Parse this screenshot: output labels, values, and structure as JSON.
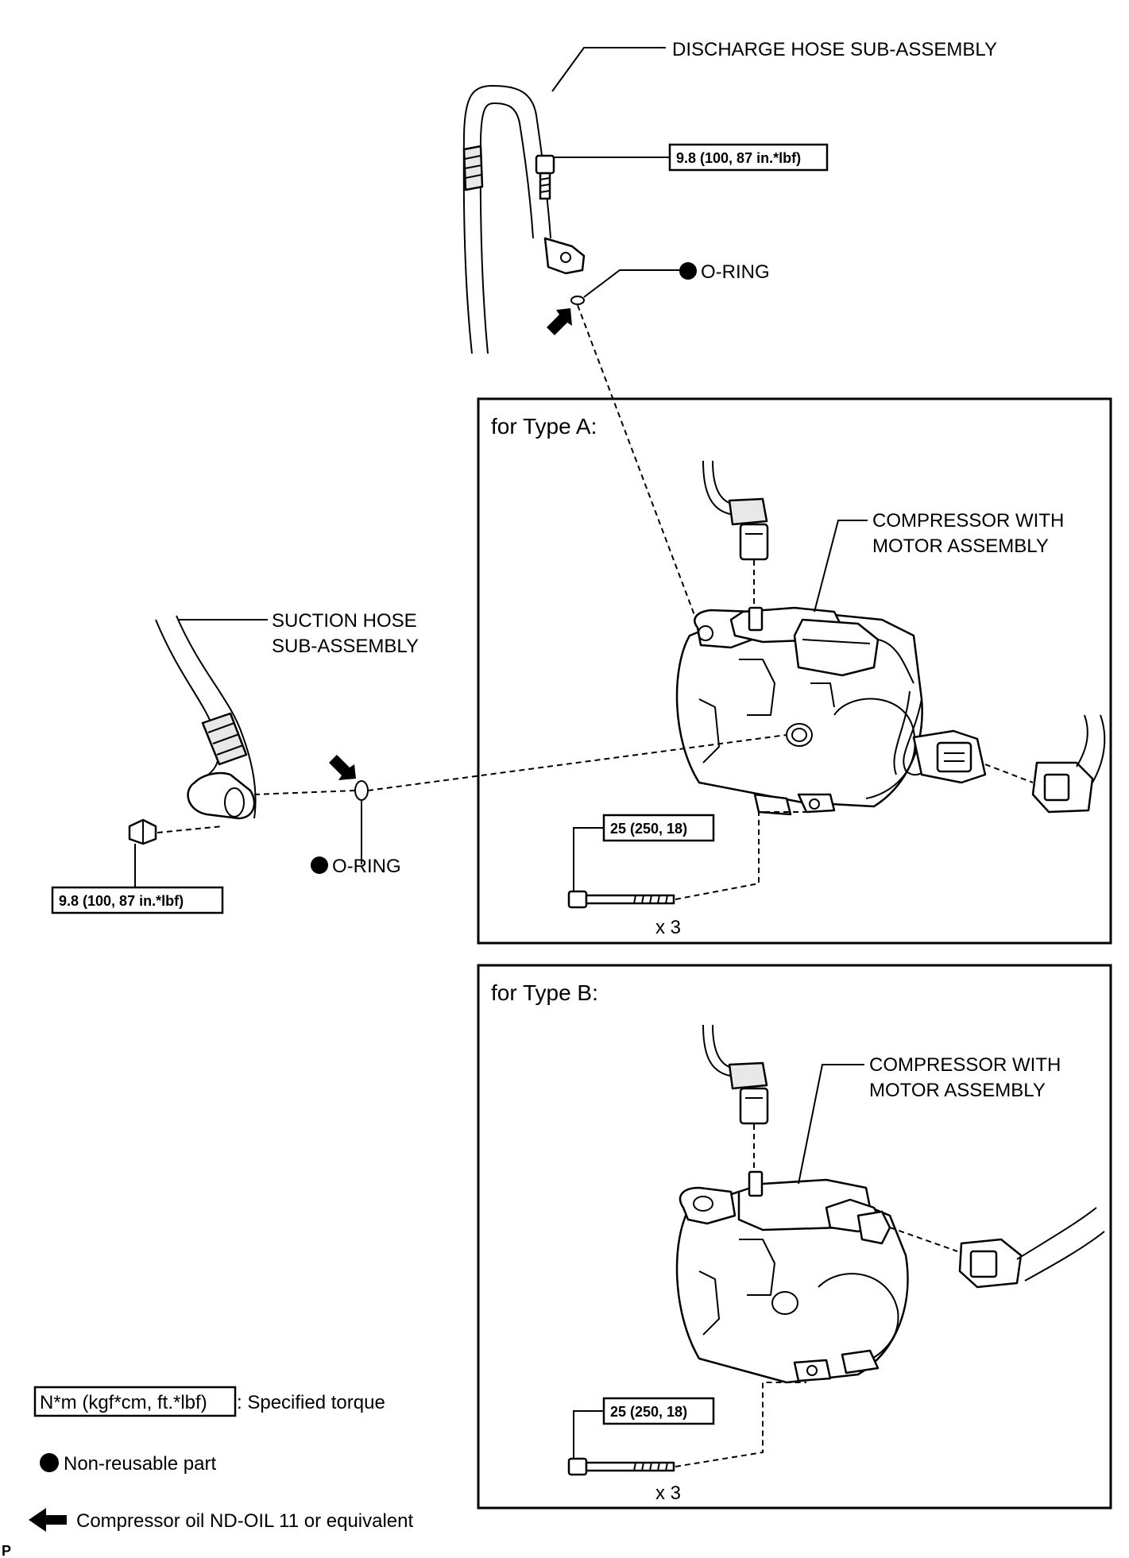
{
  "labels": {
    "discharge_hose": "DISCHARGE HOSE SUB-ASSEMBLY",
    "o_ring": "O-RING",
    "type_a": "for Type A:",
    "type_b": "for Type B:",
    "compressor_line1": "COMPRESSOR WITH",
    "compressor_line2": "MOTOR ASSEMBLY",
    "suction_line1": "SUCTION HOSE",
    "suction_line2": "SUB-ASSEMBLY",
    "qty": "x 3",
    "corner_mark": "P"
  },
  "torque": {
    "hose_bolt": "9.8 (100, 87 in.*lbf)",
    "compressor_bolt": "25 (250, 18)"
  },
  "legend": {
    "torque_unit": "N*m (kgf*cm, ft.*lbf)",
    "torque_desc": ": Specified torque",
    "nonreusable": "Non-reusable part",
    "oil": "Compressor oil ND-OIL 11 or equivalent"
  },
  "icons": {
    "nonreusable": "filled-circle-icon",
    "oil": "left-arrow-icon"
  }
}
